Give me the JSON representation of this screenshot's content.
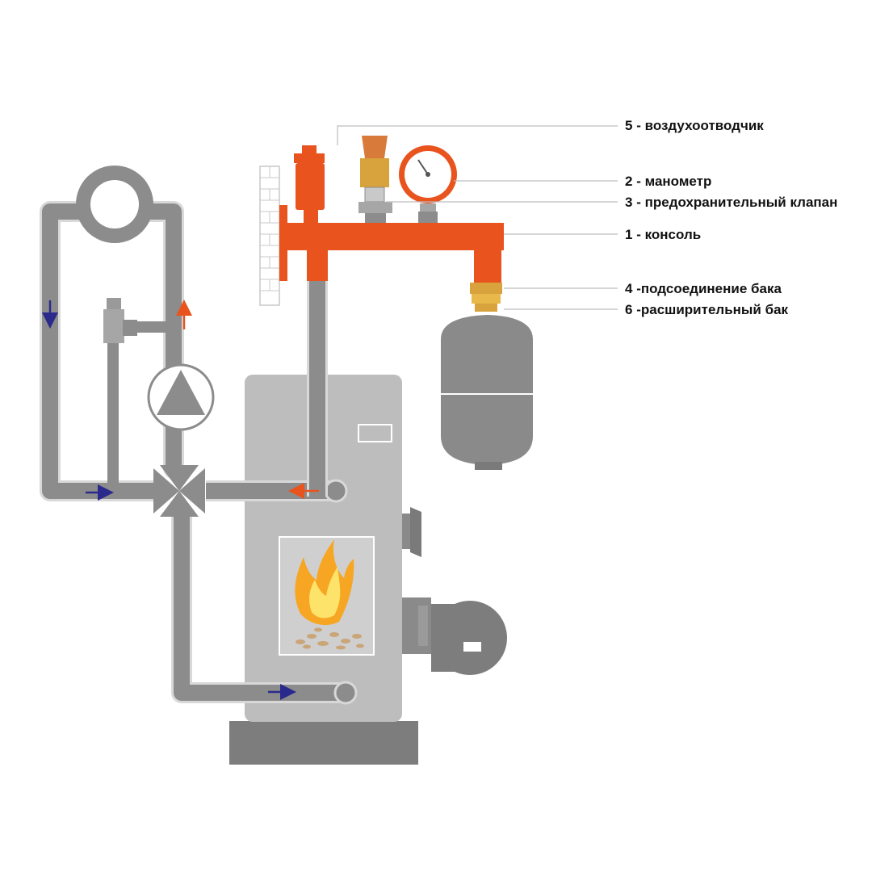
{
  "labels": [
    {
      "num": "5",
      "text": "- воздухоотводчик"
    },
    {
      "num": "2",
      "text": "- манометр"
    },
    {
      "num": "3",
      "text": "- предохранительный клапан"
    },
    {
      "num": "1",
      "text": "- консоль"
    },
    {
      "num": "4",
      "text": "-подсоединение бака"
    },
    {
      "num": "6",
      "text": "-расширительный бак"
    }
  ],
  "colors": {
    "pipe": "#8c8c8c",
    "pipe_outline": "#d8d8d8",
    "console": "#e8531e",
    "boiler_body": "#bdbdbd",
    "boiler_base": "#7d7d7d",
    "expansion_tank": "#8a8a8a",
    "brass": "#d8a23c",
    "cold_arrow": "#2a2a8c",
    "hot_arrow": "#e8531e",
    "leader_line": "#bdbdbd",
    "flame_outer": "#f6a623",
    "flame_inner": "#fde36a"
  },
  "flow_arrows": {
    "cold": [
      "down",
      "right",
      "right"
    ],
    "hot": [
      "up",
      "left"
    ]
  }
}
